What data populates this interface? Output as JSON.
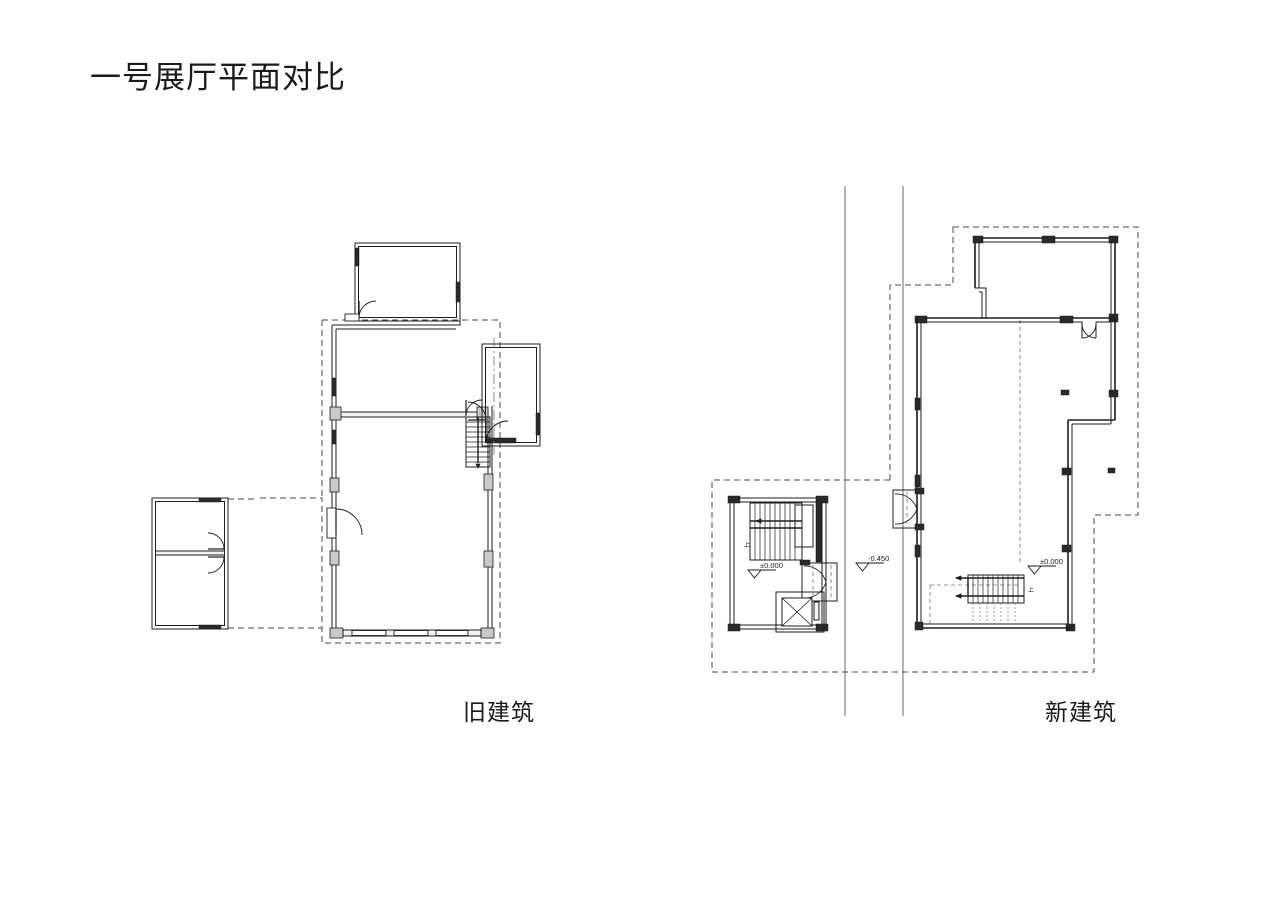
{
  "slide": {
    "title": "一号展厅平面对比",
    "background_color": "#ffffff",
    "text_color": "#1b1b1b"
  },
  "plans": {
    "old": {
      "caption": "旧建筑",
      "drawing_name": "old-building-floor-plan",
      "annotations": []
    },
    "new": {
      "caption": "新建筑",
      "drawing_name": "new-building-floor-plan",
      "annotations": [
        {
          "name": "level-marker-stair-core",
          "text": "±0.000"
        },
        {
          "name": "level-marker-street",
          "text": "-0.450"
        },
        {
          "name": "level-marker-main-hall",
          "text": "±0.000"
        }
      ]
    }
  },
  "legend": {
    "wall_color": "#1d1d1d",
    "wall_fill": "#f2f2f2",
    "column_color": "#2a2a2a",
    "column_gray": "#c9c9c9",
    "boundary_color": "#4a4a4a",
    "axis_color": "#8d8d8d"
  }
}
